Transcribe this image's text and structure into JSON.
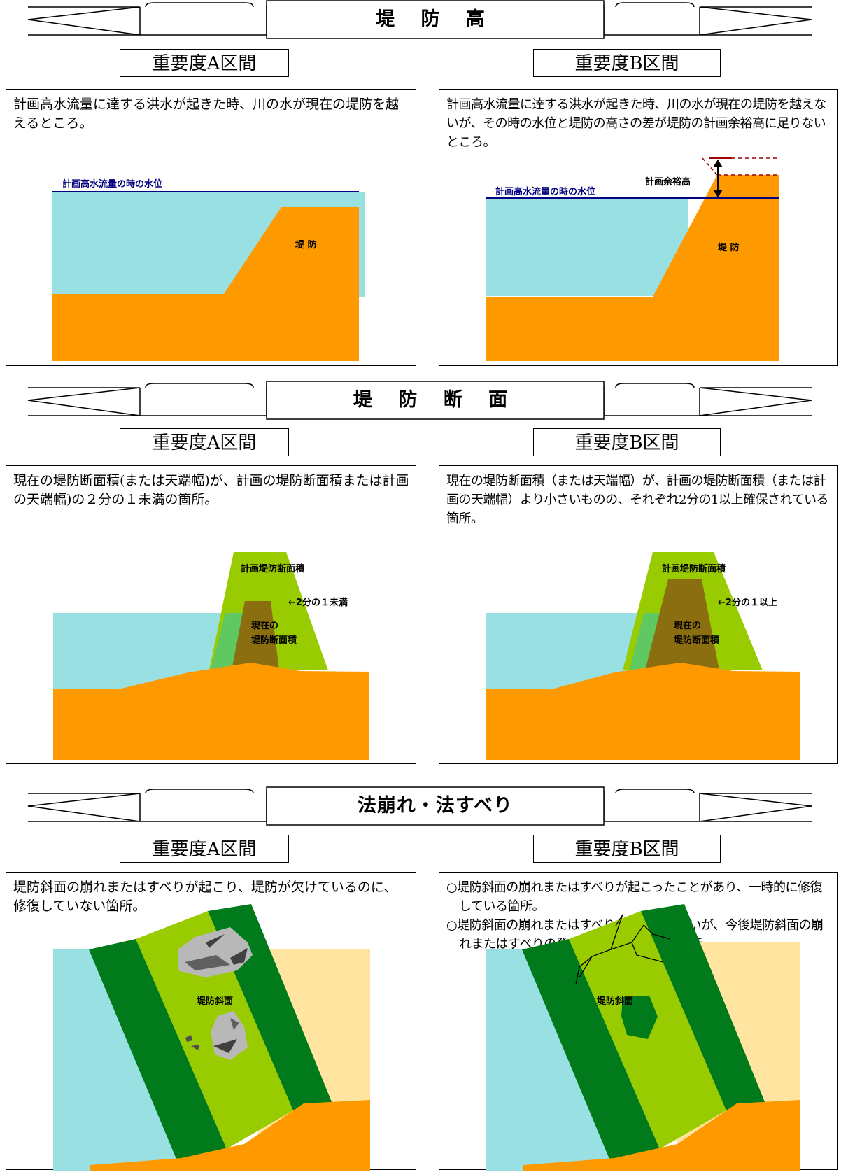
{
  "sections": [
    {
      "title": "堤 防 高",
      "grade_a": {
        "label": "重要度A区間",
        "description": "計画高水流量に達する洪水が起きた時、川の水が現在の堤防を越えるところ。",
        "diagram": {
          "water_level_label": "計画高水流量の時の水位",
          "levee_label": "堤 防"
        }
      },
      "grade_b": {
        "label": "重要度B区間",
        "description": "計画高水流量に達する洪水が起きた時、川の水が現在の堤防を越えないが、その時の水位と堤防の高さの差が堤防の計画余裕高に足りないところ。",
        "diagram": {
          "water_level_label": "計画高水流量の時の水位",
          "freeboard_label": "計画余裕高",
          "levee_label": "堤 防"
        }
      }
    },
    {
      "title": "堤 防 断 面",
      "grade_a": {
        "label": "重要度A区間",
        "description": "現在の堤防断面積(または天端幅)が、計画の堤防断面積または計画の天端幅)の２分の１未満の箇所。",
        "diagram": {
          "planned_label": "計画堤防断面積",
          "ratio_label": "←2分の１未満",
          "current_label_1": "現在の",
          "current_label_2": "堤防断面積"
        }
      },
      "grade_b": {
        "label": "重要度B区間",
        "description": "現在の堤防断面積（または天端幅）が、計画の堤防断面積（または計画の天端幅）より小さいものの、それぞれ2分の1以上確保されている箇所。",
        "diagram": {
          "planned_label": "計画堤防断面積",
          "ratio_label": "←2分の１以上",
          "current_label_1": "現在の",
          "current_label_2": "堤防断面積"
        }
      }
    },
    {
      "title": "法崩れ・法すべり",
      "grade_a": {
        "label": "重要度A区間",
        "description": "堤防斜面の崩れまたはすべりが起こり、堤防が欠けているのに、修復していない箇所。",
        "diagram": {
          "slope_label": "堤防斜面"
        }
      },
      "grade_b": {
        "label": "重要度B区間",
        "items": [
          "○堤防斜面の崩れまたはすべりが起こったことがあり、一時的に修復している箇所。",
          "○堤防斜面の崩れまたはすべりしたことはないが、今後堤防斜面の崩れまたはすべりの発生するおそれのある箇所。"
        ],
        "diagram": {
          "slope_label": "堤防斜面"
        }
      }
    }
  ],
  "colors": {
    "water": "#99e0e3",
    "ground": "#ff9900",
    "planned_levee": "#99cc00",
    "current_levee": "#8a6e10",
    "slope_band": "#007a1a",
    "sand": "#ffe5a0",
    "water_line": "#000080",
    "freeboard_dash": "#a00000"
  }
}
